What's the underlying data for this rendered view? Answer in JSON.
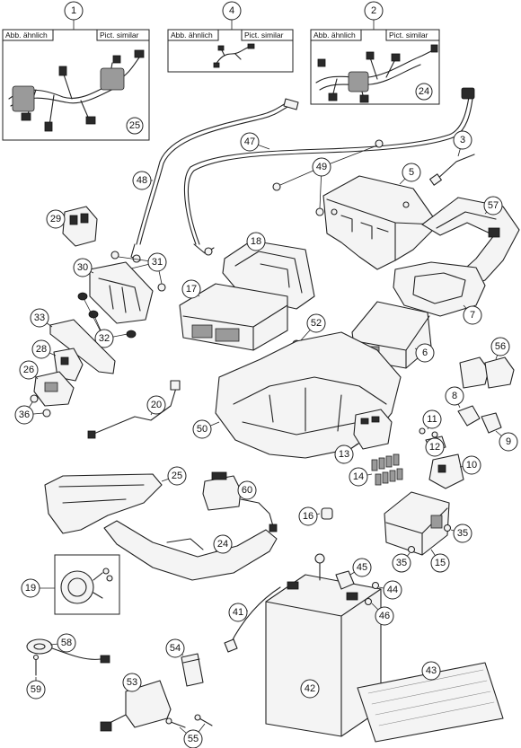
{
  "inset_boxes": [
    {
      "callout": "1",
      "label_left": "Abb. ähnlich",
      "label_right": "Pict. similar",
      "inner_callout": "25"
    },
    {
      "callout": "4",
      "label_left": "Abb. ähnlich",
      "label_right": "Pict. similar"
    },
    {
      "callout": "2",
      "label_left": "Abb. ähnlich",
      "label_right": "Pict. similar",
      "inner_callout": "24"
    }
  ],
  "callouts": {
    "c3": "3",
    "c5": "5",
    "c6": "6",
    "c7": "7",
    "c8": "8",
    "c9": "9",
    "c10": "10",
    "c11": "11",
    "c12": "12",
    "c13": "13",
    "c14": "14",
    "c15": "15",
    "c16": "16",
    "c17": "17",
    "c18": "18",
    "c19": "19",
    "c20": "20",
    "c24": "24",
    "c25": "25",
    "c26": "26",
    "c28": "28",
    "c29": "29",
    "c30": "30",
    "c31": "31",
    "c32": "32",
    "c33": "33",
    "c35a": "35",
    "c35b": "35",
    "c36": "36",
    "c41": "41",
    "c42": "42",
    "c43": "43",
    "c44": "44",
    "c45": "45",
    "c46": "46",
    "c47": "47",
    "c48": "48",
    "c49": "49",
    "c50": "50",
    "c52": "52",
    "c53": "53",
    "c54": "54",
    "c55": "55",
    "c56": "56",
    "c57": "57",
    "c58": "58",
    "c59": "59",
    "c60": "60"
  }
}
